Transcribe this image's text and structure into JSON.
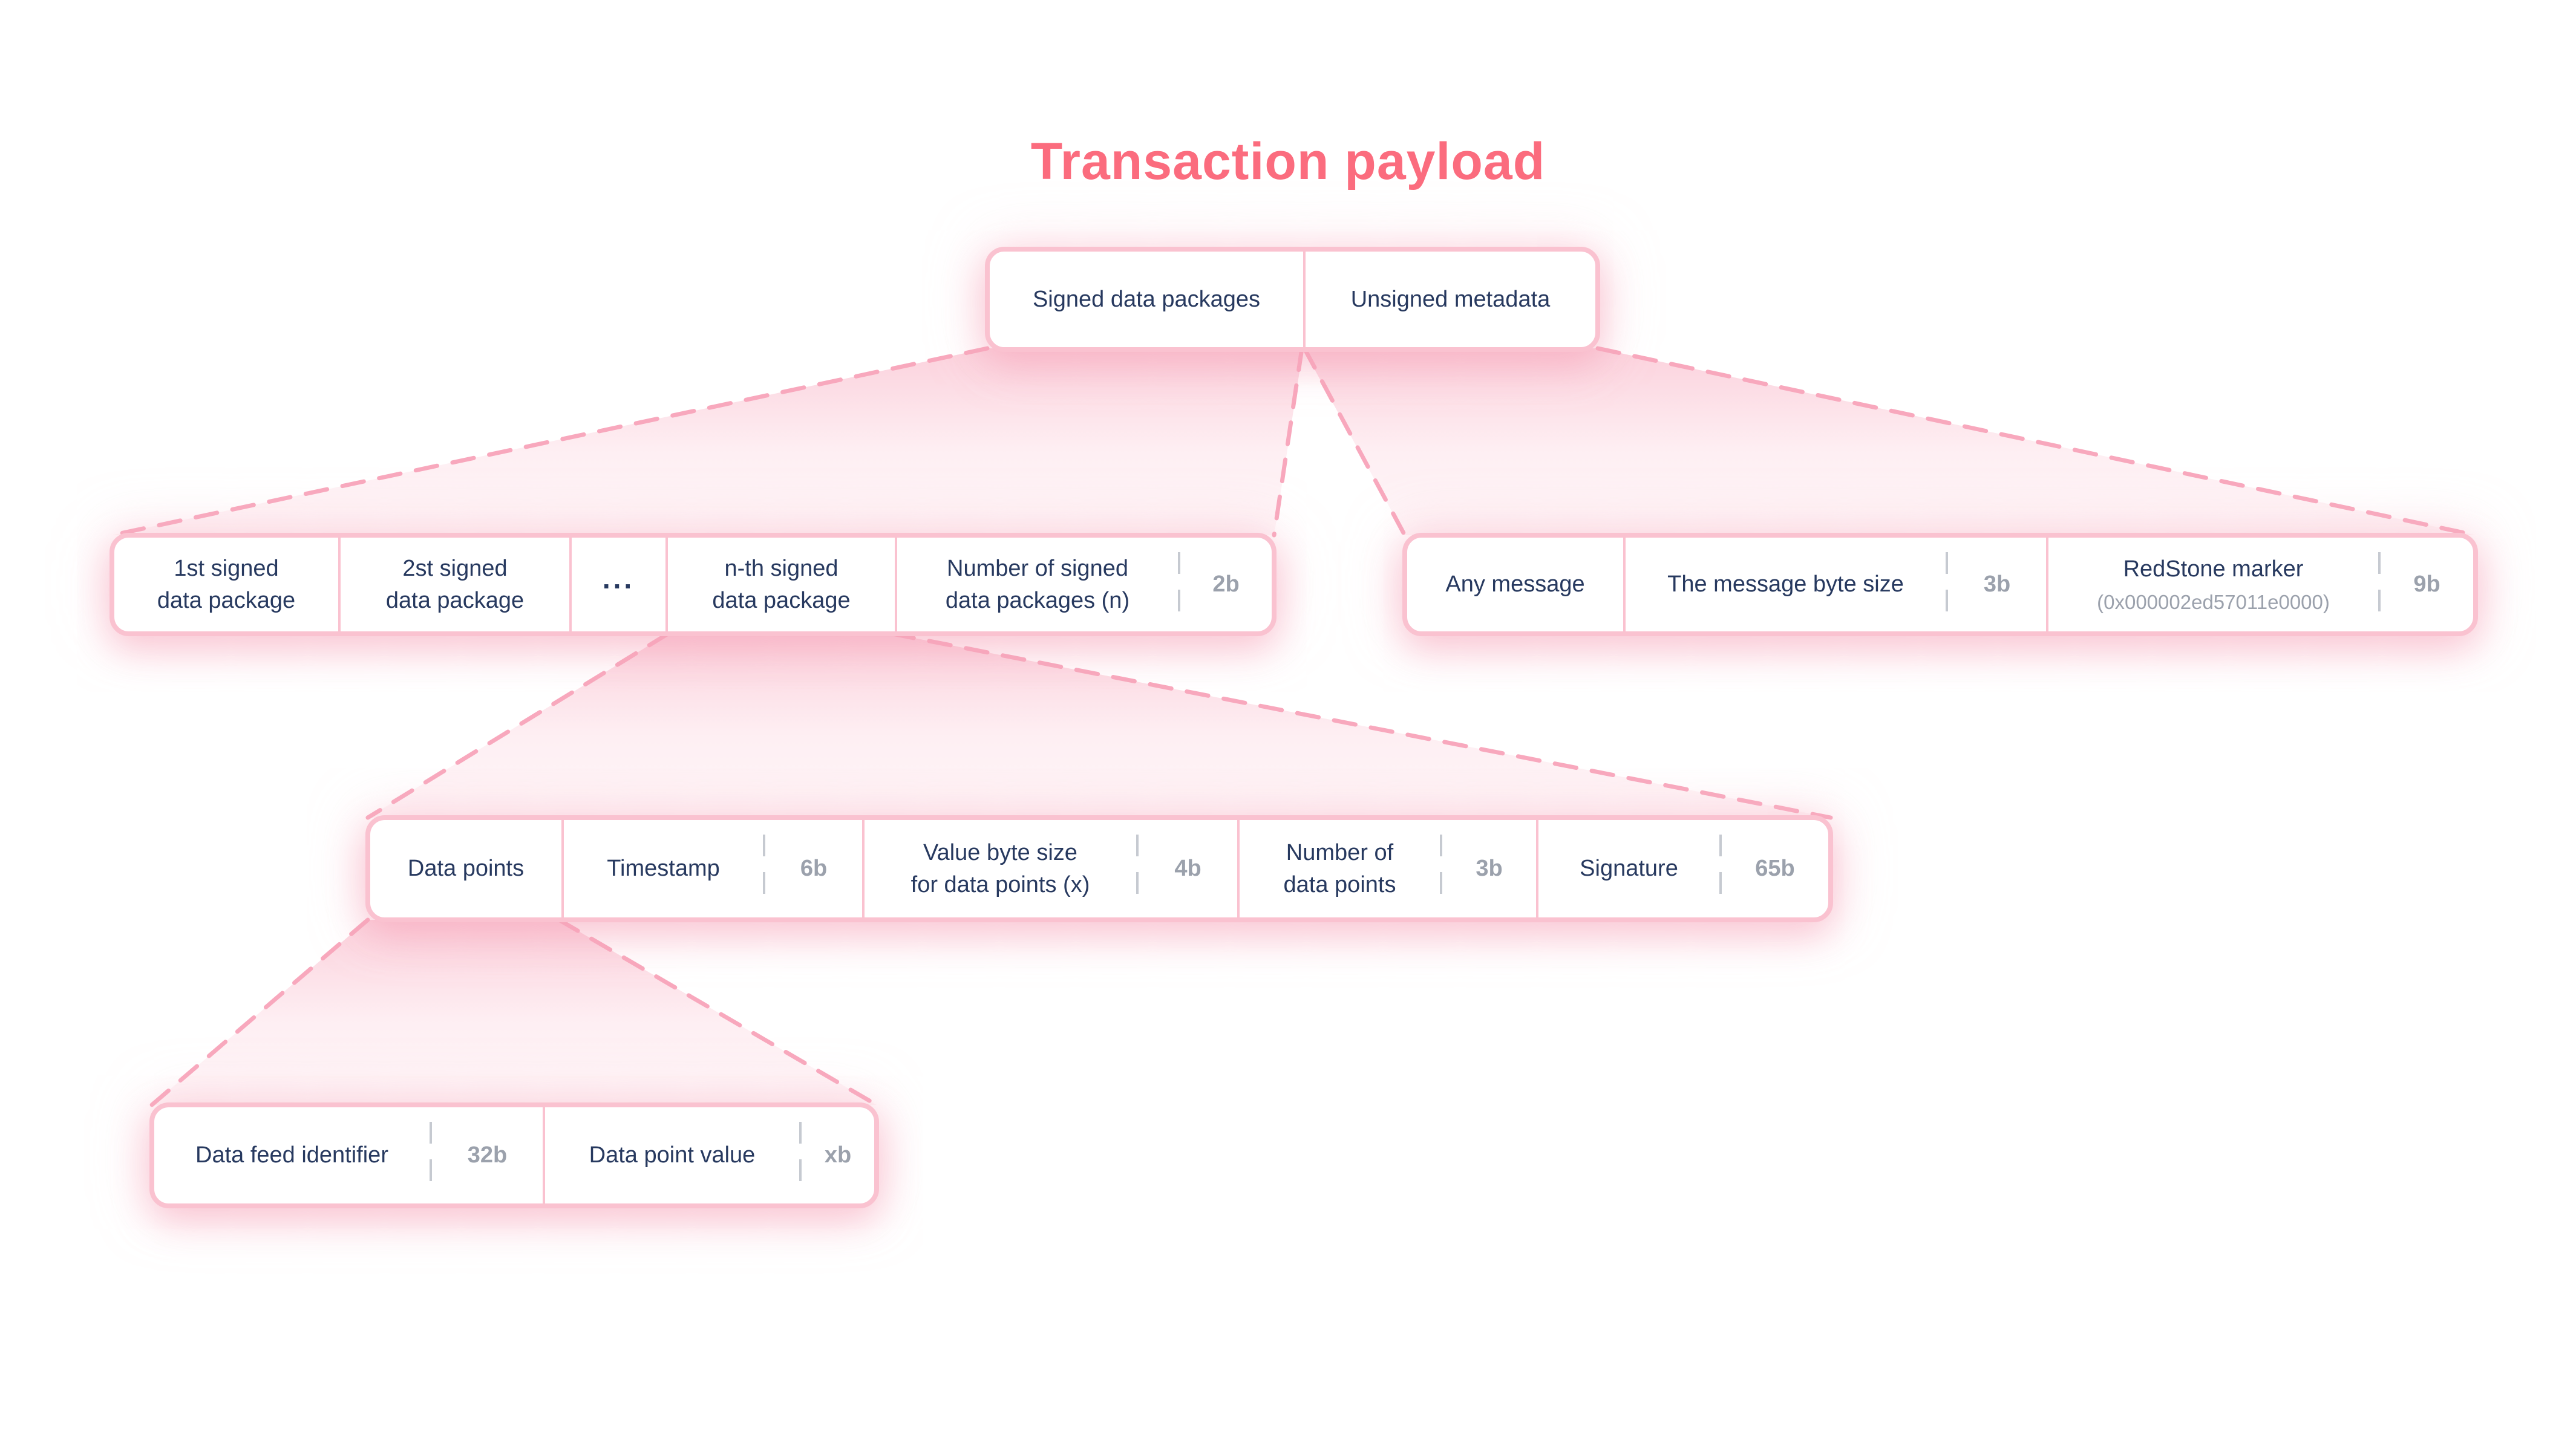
{
  "title": "Transaction payload",
  "palette": {
    "accent_pink": "#FB6C7E",
    "border_pink": "#FAC2D0",
    "connector_pink": "#F8A8BD",
    "text_navy": "#27395F",
    "text_gray": "#9BA1AC"
  },
  "diagram": {
    "payload_box": {
      "cells": [
        {
          "label": "Signed data packages"
        },
        {
          "label": "Unsigned metadata"
        }
      ]
    },
    "signed_packages_row": {
      "cells": [
        {
          "label": "1st signed\ndata package"
        },
        {
          "label": "2st signed\ndata package"
        },
        {
          "label": "..."
        },
        {
          "label": "n-th signed\ndata package"
        },
        {
          "label": "Number of signed\ndata packages (n)",
          "size": "2b"
        }
      ]
    },
    "unsigned_metadata_row": {
      "cells": [
        {
          "label": "Any message"
        },
        {
          "label": "The message byte size",
          "size": "3b"
        },
        {
          "label": "RedStone marker",
          "sublabel": "(0x000002ed57011e0000)",
          "size": "9b"
        }
      ]
    },
    "data_package_row": {
      "cells": [
        {
          "label": "Data points"
        },
        {
          "label": "Timestamp",
          "size": "6b"
        },
        {
          "label": "Value byte size\nfor data points (x)",
          "size": "4b"
        },
        {
          "label": "Number of\ndata points",
          "size": "3b"
        },
        {
          "label": "Signature",
          "size": "65b"
        }
      ]
    },
    "data_point_row": {
      "cells": [
        {
          "label": "Data feed identifier",
          "size": "32b"
        },
        {
          "label": "Data point value",
          "size": "xb"
        }
      ]
    }
  }
}
